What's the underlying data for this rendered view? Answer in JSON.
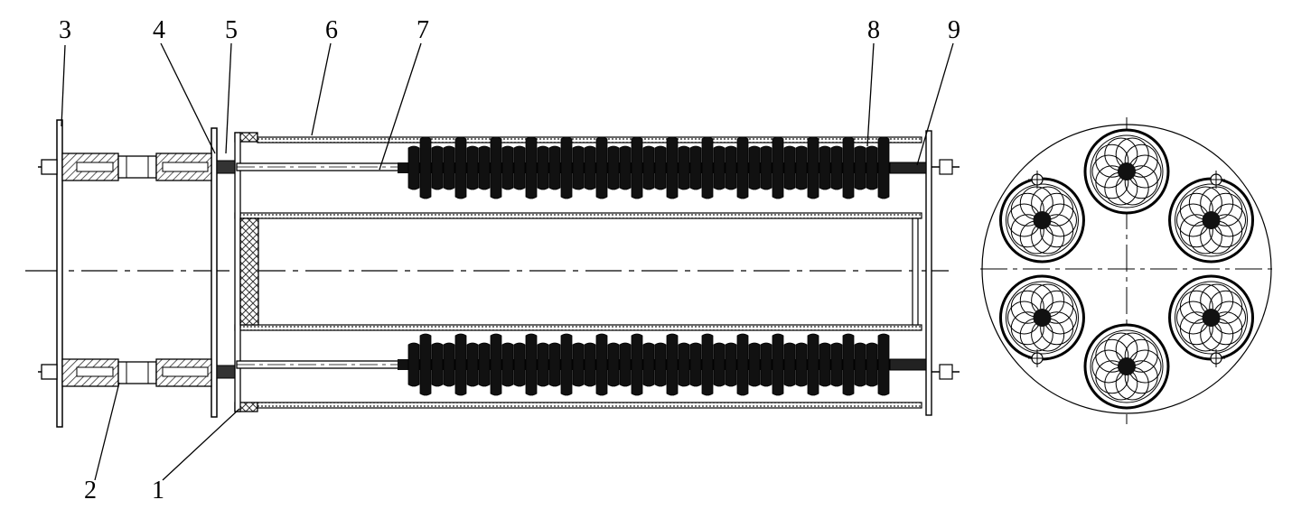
{
  "labels": {
    "l1": "1",
    "l2": "2",
    "l3": "3",
    "l4": "4",
    "l5": "5",
    "l6": "6",
    "l7": "7",
    "l8": "8",
    "l9": "9"
  },
  "colors": {
    "ink": "#000000",
    "hatch": "#444444",
    "background": "#ffffff"
  }
}
